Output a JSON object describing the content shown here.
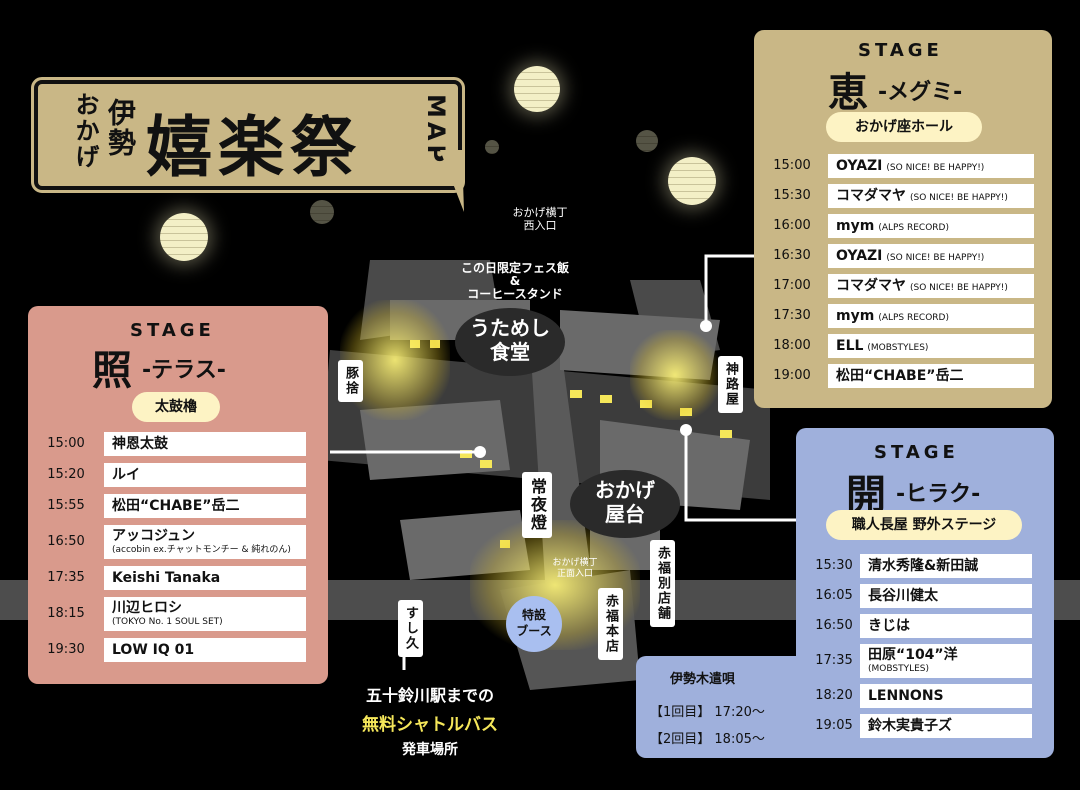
{
  "logo": {
    "ise": "伊勢",
    "okage": "おかげ",
    "title": "嬉楽祭",
    "map": "MAP"
  },
  "map_labels": {
    "west_entrance": [
      "おかげ横丁",
      "西入口"
    ],
    "limited_food": [
      "この日限定フェス飯",
      "&",
      "コーヒースタンド"
    ],
    "utameshi": [
      "うためし",
      "食堂"
    ],
    "tonsute": "豚捨",
    "kanjiya": "神路屋",
    "joyato": "常夜燈",
    "okage_yatai": [
      "おかげ",
      "屋台"
    ],
    "front_entrance": [
      "おかげ横丁",
      "正面入口"
    ],
    "akafuku_betten": "赤福別店舗",
    "akafuku_honten": "赤福本店",
    "special_booth": [
      "特設",
      "ブース"
    ],
    "sushikyu": "すし久",
    "shuttle_1": "五十鈴川駅までの",
    "shuttle_2": "無料シャトルバス",
    "shuttle_3": "発車場所"
  },
  "stage_megumi": {
    "stage": "STAGE",
    "name": "恵",
    "kana": "-メグミ-",
    "venue": "おかげ座ホール",
    "rows": [
      {
        "time": "15:00",
        "act": "OYAZI",
        "note": "(SO NICE! BE HAPPY!)"
      },
      {
        "time": "15:30",
        "act": "コマダマヤ",
        "note": "(SO NICE! BE HAPPY!)"
      },
      {
        "time": "16:00",
        "act": "mym",
        "note": "(ALPS RECORD)"
      },
      {
        "time": "16:30",
        "act": "OYAZI",
        "note": "(SO NICE! BE HAPPY!)"
      },
      {
        "time": "17:00",
        "act": "コマダマヤ",
        "note": "(SO NICE! BE HAPPY!)"
      },
      {
        "time": "17:30",
        "act": "mym",
        "note": "(ALPS RECORD)"
      },
      {
        "time": "18:00",
        "act": "ELL",
        "note": "(MOBSTYLES)"
      },
      {
        "time": "19:00",
        "act": "松田“CHABE”岳二",
        "note": ""
      }
    ]
  },
  "stage_terasu": {
    "stage": "STAGE",
    "name": "照",
    "kana": "-テラス-",
    "venue": "太鼓櫓",
    "rows": [
      {
        "time": "15:00",
        "act": "神恩太鼓",
        "note": ""
      },
      {
        "time": "15:20",
        "act": "ルイ",
        "note": ""
      },
      {
        "time": "15:55",
        "act": "松田“CHABE”岳二",
        "note": ""
      },
      {
        "time": "16:50",
        "act": "アッコジュン",
        "note": "(accobin ex.チャットモンチー & 純れのん)"
      },
      {
        "time": "17:35",
        "act": "Keishi Tanaka",
        "note": ""
      },
      {
        "time": "18:15",
        "act": "川辺ヒロシ",
        "note": "(TOKYO No. 1 SOUL SET)"
      },
      {
        "time": "19:30",
        "act": "LOW IQ 01",
        "note": ""
      }
    ]
  },
  "stage_hiraku": {
    "stage": "STAGE",
    "name": "開",
    "kana": "-ヒラク-",
    "venue": "職人長屋 野外ステージ",
    "rows": [
      {
        "time": "15:30",
        "act": "清水秀隆&新田誠",
        "note": ""
      },
      {
        "time": "16:05",
        "act": "長谷川健太",
        "note": ""
      },
      {
        "time": "16:50",
        "act": "きじは",
        "note": ""
      },
      {
        "time": "17:35",
        "act": "田原“104”洋",
        "note": "(MOBSTYLES)"
      },
      {
        "time": "18:20",
        "act": "LENNONS",
        "note": ""
      },
      {
        "time": "19:05",
        "act": "鈴木実貴子ズ",
        "note": ""
      }
    ]
  },
  "isegi": {
    "title": "伊勢木遣唄",
    "first": "【1回目】 17:20～",
    "second": "【2回目】 18:05～"
  },
  "colors": {
    "megumi": "#c9b786",
    "terasu": "#d99a8c",
    "hiraku": "#9fb0dc",
    "venue": "#fdf3c4"
  }
}
